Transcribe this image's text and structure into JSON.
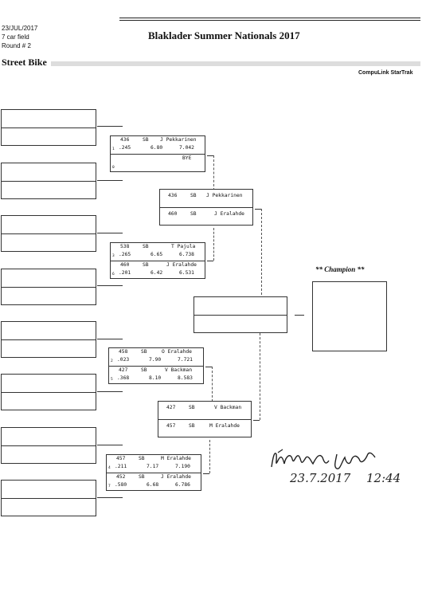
{
  "header": {
    "date": "23/JUL/2017",
    "field": "7 car field",
    "round": "Round # 2",
    "title": "Blaklader Summer Nationals 2017",
    "class": "Street Bike",
    "software": "CompuLink StarTrak"
  },
  "round1": [
    {
      "top": {
        "lane": "1",
        "car": "436",
        "cls": "SB",
        "name": "J Pekkarinen",
        "rt": ".245",
        "dial": "6.80",
        "et": "7.042"
      },
      "bottom": {
        "lane": "0",
        "car": "",
        "cls": "",
        "name": "BYE",
        "rt": "",
        "dial": "",
        "et": ""
      }
    },
    {
      "top": {
        "lane": "3",
        "car": "538",
        "cls": "SB",
        "name": "T Pajula",
        "rt": ".265",
        "dial": "6.65",
        "et": "6.738"
      },
      "bottom": {
        "lane": "6",
        "car": "460",
        "cls": "SB",
        "name": "J Eralahde",
        "rt": ".201",
        "dial": "6.42",
        "et": "6.531"
      }
    },
    {
      "top": {
        "lane": "2",
        "car": "458",
        "cls": "SB",
        "name": "O Eralahde",
        "rt": ".023",
        "dial": "7.90",
        "et": "7.721"
      },
      "bottom": {
        "lane": "5",
        "car": "427",
        "cls": "SB",
        "name": "V Backman",
        "rt": ".368",
        "dial": "8.10",
        "et": "8.583"
      }
    },
    {
      "top": {
        "lane": "4",
        "car": "457",
        "cls": "SB",
        "name": "M Eralahde",
        "rt": ".211",
        "dial": "7.17",
        "et": "7.190"
      },
      "bottom": {
        "lane": "7",
        "car": "452",
        "cls": "SB",
        "name": "J Eralahde",
        "rt": ".580",
        "dial": "6.68",
        "et": "6.786"
      }
    }
  ],
  "round2": [
    {
      "top": {
        "car": "436",
        "cls": "SB",
        "name": "J Pekkarinen"
      },
      "bottom": {
        "car": "460",
        "cls": "SB",
        "name": "J Eralahde"
      }
    },
    {
      "top": {
        "car": "427",
        "cls": "SB",
        "name": "V Backman"
      },
      "bottom": {
        "car": "457",
        "cls": "SB",
        "name": "M Eralahde"
      }
    }
  ],
  "champion": {
    "label": "** Champion **"
  },
  "signature": {
    "date": "23.7.2017",
    "time": "12:44"
  }
}
